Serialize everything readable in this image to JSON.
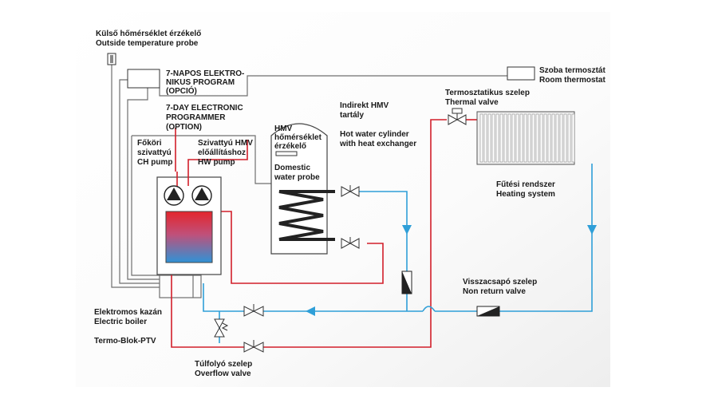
{
  "labels": {
    "outside_probe_hu": "Külső hőmérséklet érzékelő",
    "outside_probe_en": "Outside temperature probe",
    "programmer_hu_1": "7-NAPOS ELEKTRO-",
    "programmer_hu_2": "NIKUS PROGRAM",
    "programmer_hu_3": "(OPCIÓ)",
    "programmer_en_1": "7-DAY ELECTRONIC",
    "programmer_en_2": "PROGRAMMER",
    "programmer_en_3": "(OPTION)",
    "room_thermostat_hu": "Szoba termosztát",
    "room_thermostat_en": "Room thermostat",
    "thermal_valve_hu": "Termosztatikus szelep",
    "thermal_valve_en": "Thermal valve",
    "cylinder_hu_1": "Indirekt HMV",
    "cylinder_hu_2": "tartály",
    "cylinder_en_1": "Hot water cylinder",
    "cylinder_en_2": "with heat exchanger",
    "dw_probe_hu_1": "HMV",
    "dw_probe_hu_2": "hőmérséklet",
    "dw_probe_hu_3": "érzékelő",
    "dw_probe_en_1": "Domestic",
    "dw_probe_en_2": "water probe",
    "ch_pump_hu_1": "Főköri",
    "ch_pump_hu_2": "szivattyú",
    "ch_pump_en": "CH pump",
    "hw_pump_hu_1": "Szivattyú HMV",
    "hw_pump_hu_2": "előállításhoz",
    "hw_pump_en": "HW pump",
    "heating_system_hu": "Fűtési rendszer",
    "heating_system_en": "Heating system",
    "nonreturn_hu": "Visszacsapó szelep",
    "nonreturn_en": "Non return valve",
    "boiler_hu": "Elektromos kazán",
    "boiler_en": "Electric boiler",
    "termoblok": "Termo-Blok-PTV",
    "overflow_hu": "Túlfolyó szelep",
    "overflow_en": "Overflow valve"
  },
  "colors": {
    "flow_pipe": "#d21f2a",
    "return_pipe": "#2f9fd8",
    "control_wire": "#6f6f6f"
  }
}
